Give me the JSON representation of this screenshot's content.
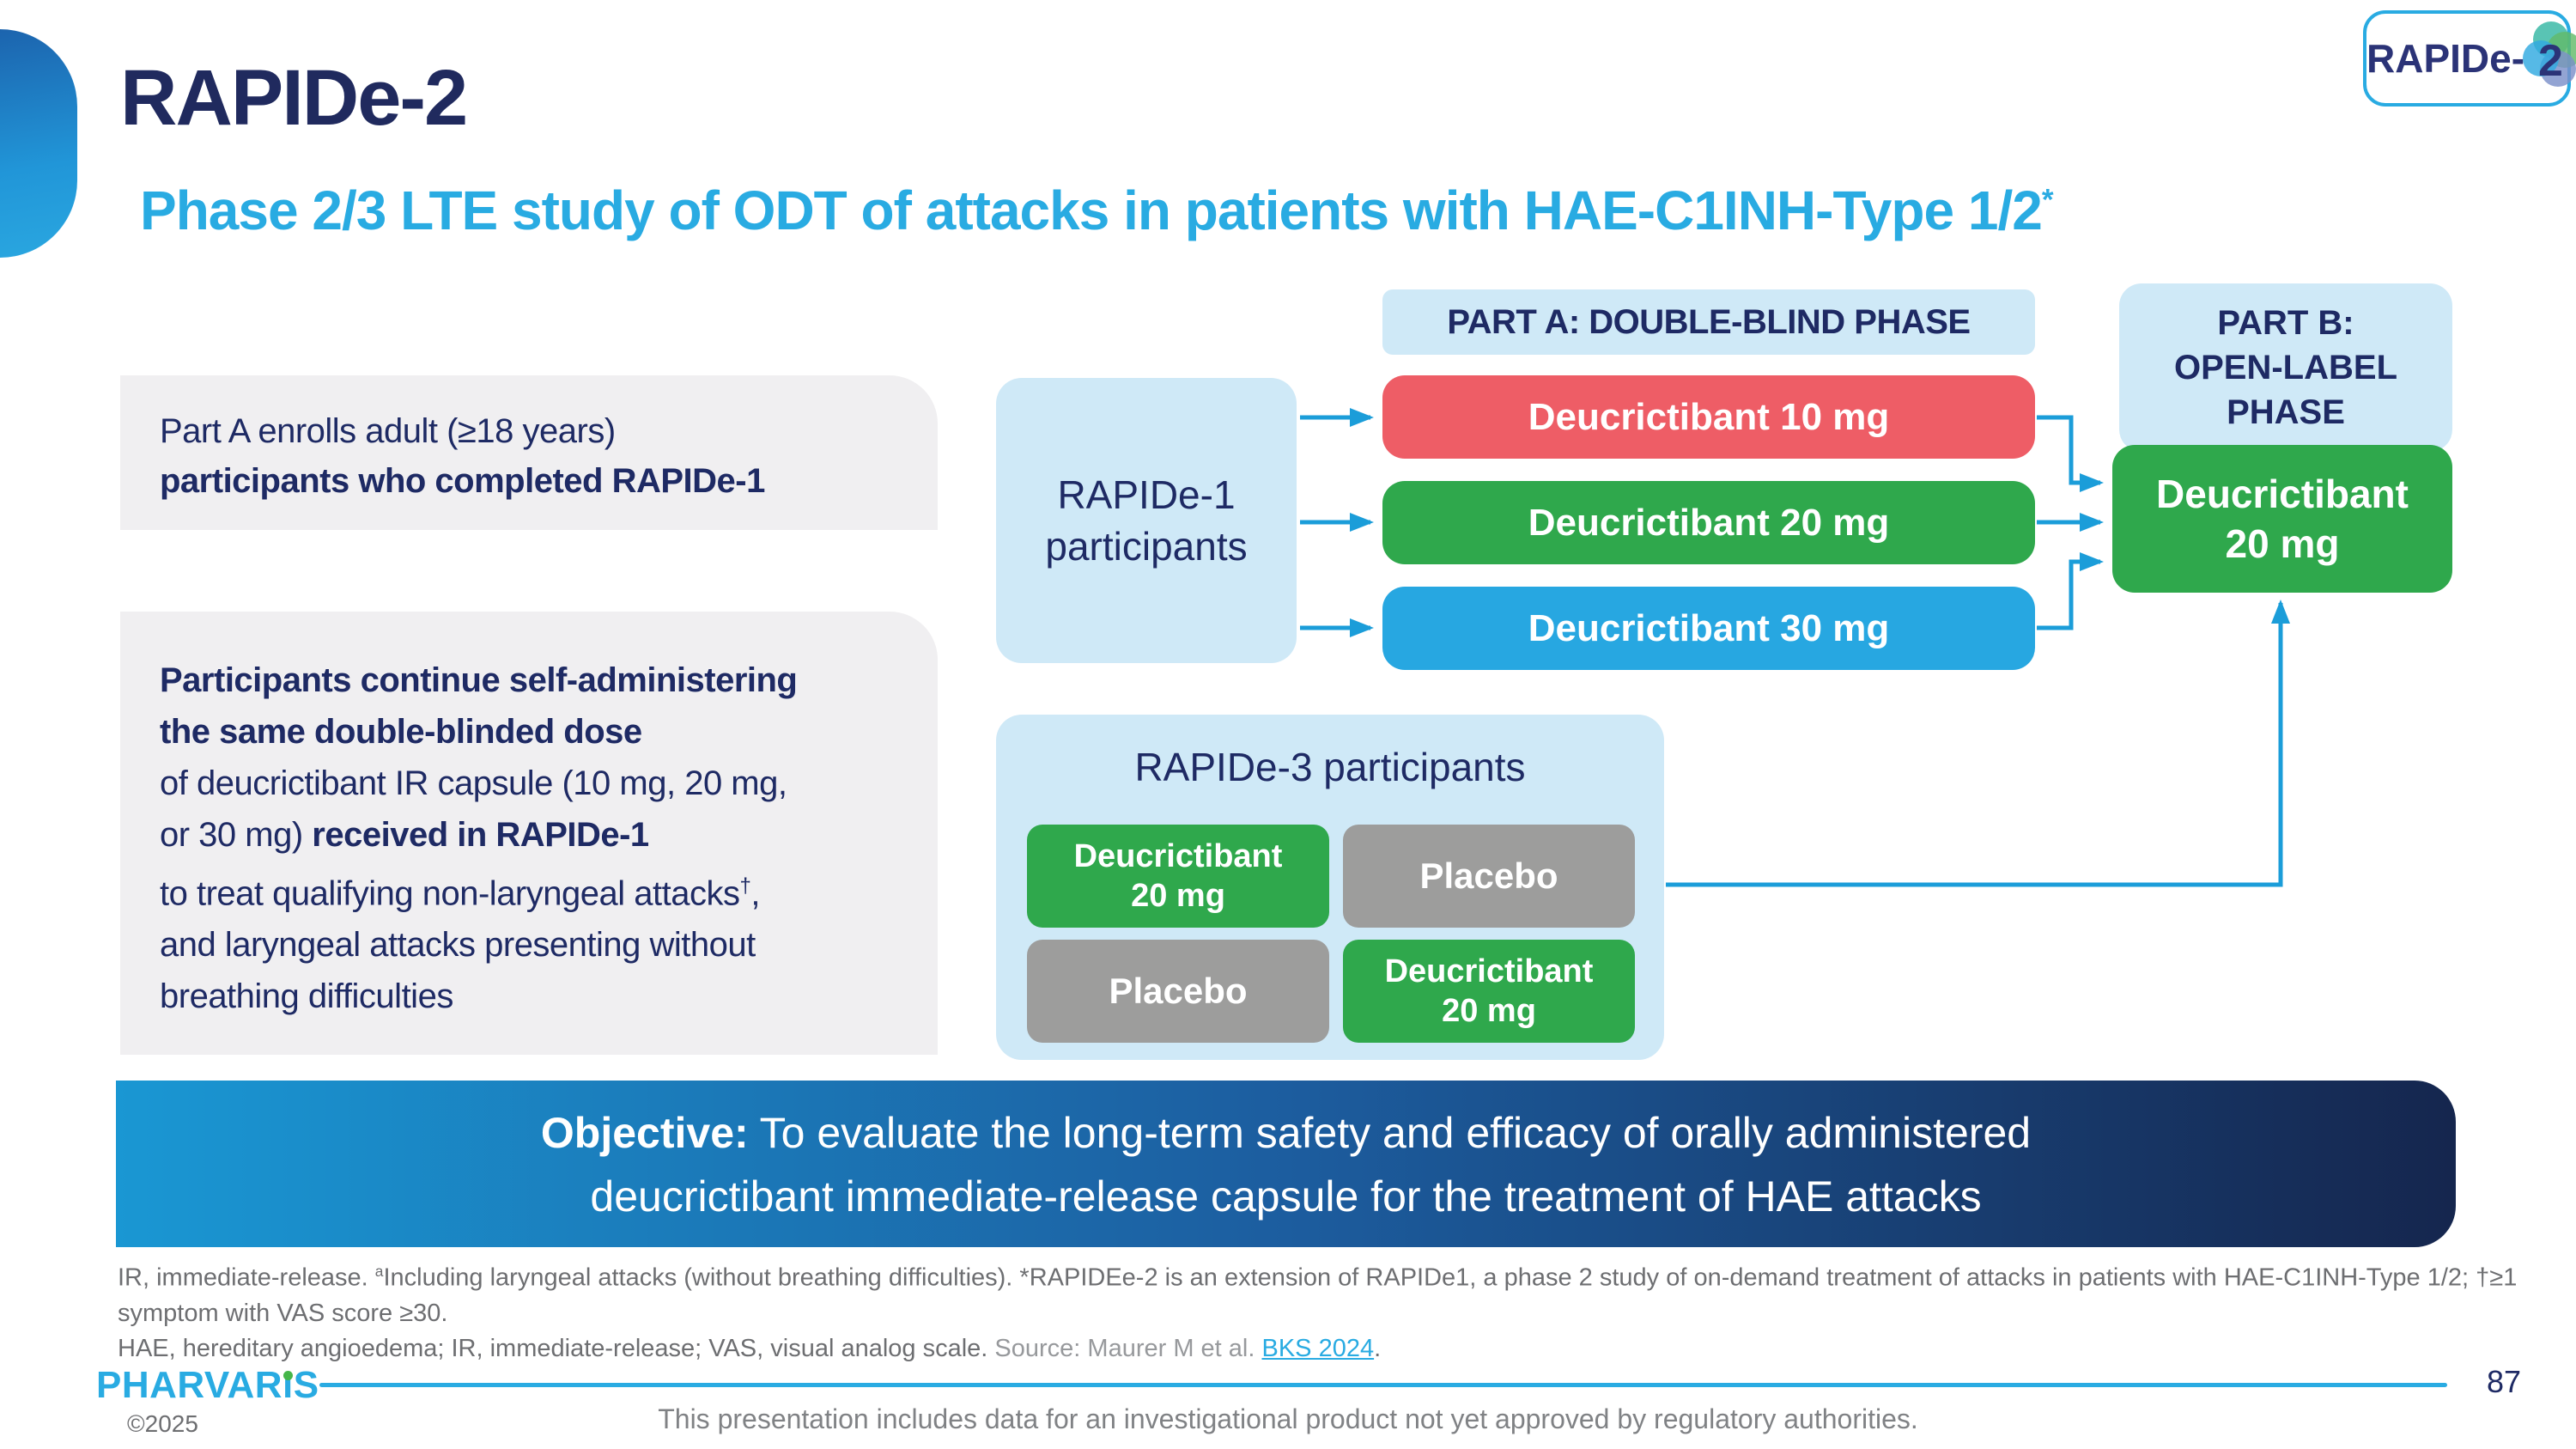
{
  "slide": {
    "title": "RAPIDe-2",
    "subtitle": "Phase 2/3 LTE study of ODT of attacks in patients with HAE-C1INH-Type 1/2",
    "subtitle_sup": "*"
  },
  "badge": {
    "name": "RAPIDe-",
    "number": "2"
  },
  "panels": {
    "enrollment": {
      "line1": "Part A enrolls adult (≥18 years)",
      "line2": "participants who completed RAPIDe-1"
    },
    "continuation": {
      "l1": "Participants continue self-administering",
      "l2": "the same double-blinded dose",
      "l3": "of deucrictibant IR capsule (10 mg, 20 mg,",
      "l4a": "or 30 mg) ",
      "l4b": "received in RAPIDe-1",
      "l5a": "to treat qualifying non-laryngeal attacks",
      "l5sup": "†",
      "l5b": ",",
      "l6": "and laryngeal attacks presenting without",
      "l7": "breathing difficulties"
    }
  },
  "diagram": {
    "part_a_header": "PART A: DOUBLE-BLIND PHASE",
    "rapide1_source": "RAPIDe-1\nparticipants",
    "dose_10": "Deucrictibant 10 mg",
    "dose_20": "Deucrictibant 20 mg",
    "dose_30": "Deucrictibant 30 mg",
    "part_b_header": "PART B:\nOPEN-LABEL\nPHASE",
    "part_b_dose": "Deucrictibant\n20 mg",
    "rapide3": {
      "title": "RAPIDe-3 participants",
      "top_left": "Deucrictibant\n20 mg",
      "top_right": "Placebo",
      "bottom_left": "Placebo",
      "bottom_right": "Deucrictibant\n20 mg"
    }
  },
  "objective": {
    "label": "Objective:",
    "line1": " To evaluate the long-term safety and efficacy of orally administered",
    "line2": "deucrictibant immediate-release capsule for the treatment of HAE attacks"
  },
  "footnotes": {
    "line1_pre": "IR, immediate-release. ",
    "line1_sup": "a",
    "line1_post": "Including laryngeal attacks (without breathing difficulties). *RAPIDEe-2 is an extension of RAPIDe1, a phase 2 study of on-demand treatment of attacks in patients with HAE-C1INH-Type 1/2; †≥1",
    "line2": "symptom with VAS score ≥30.",
    "line3_abbrev": "HAE, hereditary angioedema; IR, immediate-release; VAS, visual analog scale. ",
    "line3_source": "Source: Maurer M et al. ",
    "line3_link": "BKS 2024",
    "line3_end": "."
  },
  "footer": {
    "logo_part1": "PHARVAR",
    "logo_i": "ı",
    "logo_part2": "S",
    "copyright": "©2025",
    "disclaimer": "This presentation includes data for an investigational product not yet approved by regulatory authorities.",
    "page_number": "87"
  },
  "colors": {
    "navy": "#1e2a64",
    "cyan_accent": "#29abe2",
    "light_blue": "#cfe9f7",
    "red_dose": "#ee5d66",
    "green_dose": "#2fa84c",
    "blue_dose": "#27a7e1",
    "placebo_gray": "#9d9d9c",
    "panel_gray": "#f0eff1",
    "arrow": "#1b9dd9",
    "objective_gradient_start": "#1a97d3",
    "objective_gradient_end": "#15264e"
  }
}
